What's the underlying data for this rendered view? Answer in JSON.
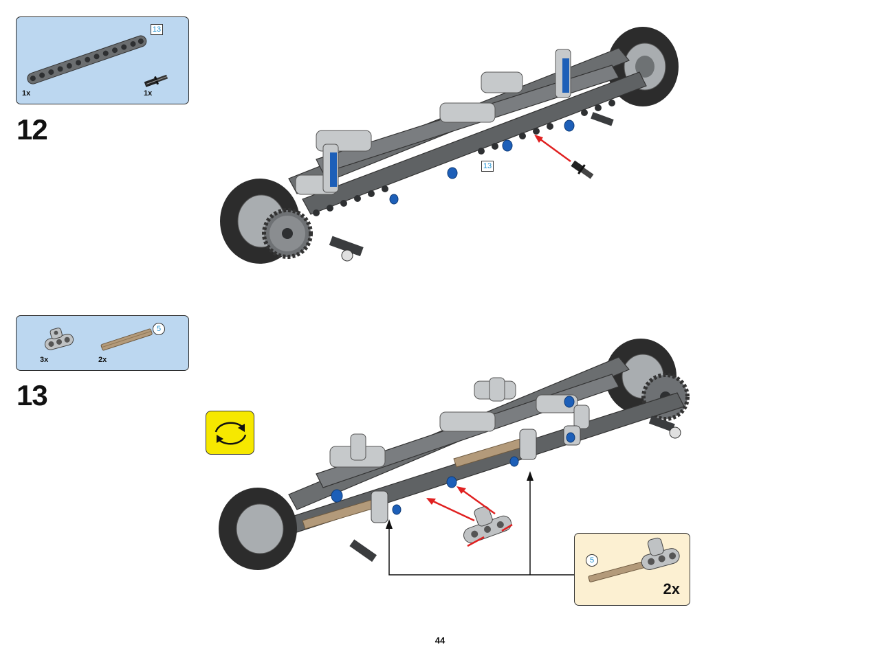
{
  "steps": [
    {
      "number": "12",
      "parts": [
        {
          "name": "Technic beam 13",
          "qty": "1x",
          "length_label": "13"
        },
        {
          "name": "Technic pin with axle",
          "qty": "1x"
        }
      ],
      "callout_label": "13"
    },
    {
      "number": "13",
      "parts": [
        {
          "name": "Technic axle and pin connector",
          "qty": "3x"
        },
        {
          "name": "Technic axle 5",
          "qty": "2x",
          "length_label": "5"
        }
      ],
      "subassembly": {
        "length_label": "5",
        "qty": "2x"
      }
    }
  ],
  "page_number": "44",
  "colors": {
    "parts_box_bg": "#bcd7f0",
    "subassembly_bg": "#fcf0d2",
    "rotate_icon_bg": "#f6e800",
    "beam_dark_gray": "#6b6e70",
    "light_gray": "#bfc2c4",
    "blue_pin": "#1d5fb8",
    "tan_axle": "#b39a7a",
    "arrow_red": "#e02020",
    "length_blue": "#1a8fd0"
  },
  "icons": [
    "rotate-model-icon",
    "beam-13-icon",
    "pin-with-axle-icon",
    "axle-pin-connector-icon",
    "axle-5-icon",
    "wheel-icon",
    "gear-icon"
  ]
}
